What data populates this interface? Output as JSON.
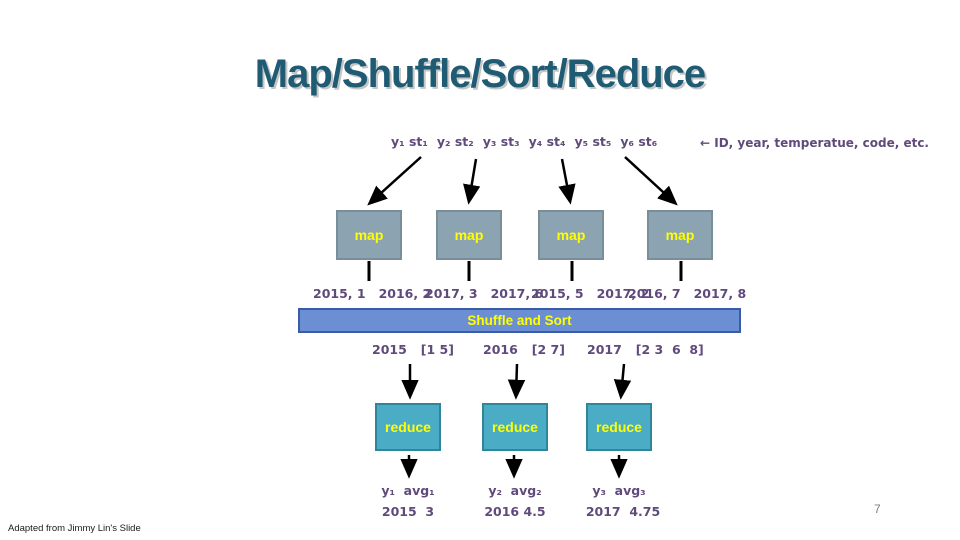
{
  "slide": {
    "title": "Map/Shuffle/Sort/Reduce",
    "footer": "Adapted from Jimmy Lin's Slide",
    "page_number": "7"
  },
  "input_row": {
    "tokens": [
      "y₁ st₁",
      "y₂ st₂",
      "y₃ st₃",
      "y₄ st₄",
      "y₅ st₅",
      "y₆ st₆"
    ],
    "annotation": "← ID, year, temperatue, code, etc."
  },
  "map_stage": {
    "box_labels": [
      "map",
      "map",
      "map",
      "map"
    ],
    "outputs": [
      [
        "2015, 1",
        "2016, 2"
      ],
      [
        "2017, 3",
        "2017, 6"
      ],
      [
        "2015, 5",
        "2017, 2"
      ],
      [
        "2016, 7",
        "2017, 8"
      ]
    ]
  },
  "shuffle": {
    "label": "Shuffle and Sort",
    "groups": [
      {
        "key": "2015",
        "values": "[1 5]"
      },
      {
        "key": "2016",
        "values": "[2 7]"
      },
      {
        "key": "2017",
        "values": "[2 3  6  8]"
      }
    ]
  },
  "reduce_stage": {
    "box_labels": [
      "reduce",
      "reduce",
      "reduce"
    ],
    "outputs": [
      {
        "pair": "y₁  avg₁",
        "result": "2015  3"
      },
      {
        "pair": "y₂  avg₂",
        "result": "2016 4.5"
      },
      {
        "pair": "y₃  avg₃",
        "result": "2017  4.75"
      }
    ]
  },
  "colors": {
    "title_teal": "#1F5C74",
    "data_purple": "#604A7B",
    "map_box_fill": "#8CA3B2",
    "map_box_border": "#7A8E9A",
    "shuffle_fill": "#6C8FD4",
    "shuffle_border": "#3A5BA9",
    "reduce_fill": "#4BACC6",
    "reduce_border": "#31859B",
    "box_label_yellow": "#FFFF00",
    "arrow_black": "#000000"
  }
}
